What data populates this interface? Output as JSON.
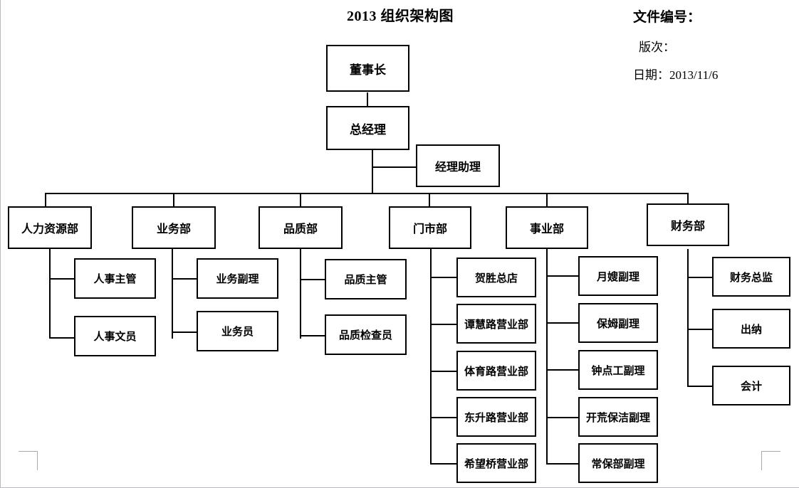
{
  "header": {
    "title": "2013 组织架构图",
    "doc_no_label": "文件编号：",
    "version_label": "版次：",
    "date_label": "日期：2013/11/6"
  },
  "chart_data": {
    "type": "diagram",
    "diagram_kind": "organization-chart",
    "title": "2013 组织架构图",
    "nodes": [
      {
        "id": "chairman",
        "label": "董事长",
        "level": 1,
        "parent": null
      },
      {
        "id": "gm",
        "label": "总经理",
        "level": 2,
        "parent": "chairman"
      },
      {
        "id": "gm_assistant",
        "label": "经理助理",
        "level": 2,
        "parent": "gm"
      },
      {
        "id": "hr",
        "label": "人力资源部",
        "level": 3,
        "parent": "gm"
      },
      {
        "id": "sales",
        "label": "业务部",
        "level": 3,
        "parent": "gm"
      },
      {
        "id": "quality",
        "label": "品质部",
        "level": 3,
        "parent": "gm"
      },
      {
        "id": "stores",
        "label": "门市部",
        "level": 3,
        "parent": "gm"
      },
      {
        "id": "business",
        "label": "事业部",
        "level": 3,
        "parent": "gm"
      },
      {
        "id": "finance",
        "label": "财务部",
        "level": 3,
        "parent": "gm"
      },
      {
        "id": "hr_1",
        "label": "人事主管",
        "level": 4,
        "parent": "hr"
      },
      {
        "id": "hr_2",
        "label": "人事文员",
        "level": 4,
        "parent": "hr"
      },
      {
        "id": "sales_1",
        "label": "业务副理",
        "level": 4,
        "parent": "sales"
      },
      {
        "id": "sales_2",
        "label": "业务员",
        "level": 4,
        "parent": "sales"
      },
      {
        "id": "quality_1",
        "label": "品质主管",
        "level": 4,
        "parent": "quality"
      },
      {
        "id": "quality_2",
        "label": "品质检查员",
        "level": 4,
        "parent": "quality"
      },
      {
        "id": "stores_1",
        "label": "贺胜总店",
        "level": 4,
        "parent": "stores"
      },
      {
        "id": "stores_2",
        "label": "谭慧路营业部",
        "level": 4,
        "parent": "stores"
      },
      {
        "id": "stores_3",
        "label": "体育路营业部",
        "level": 4,
        "parent": "stores"
      },
      {
        "id": "stores_4",
        "label": "东升路营业部",
        "level": 4,
        "parent": "stores"
      },
      {
        "id": "stores_5",
        "label": "希望桥营业部",
        "level": 4,
        "parent": "stores"
      },
      {
        "id": "business_1",
        "label": "月嫂副理",
        "level": 4,
        "parent": "business"
      },
      {
        "id": "business_2",
        "label": "保姆副理",
        "level": 4,
        "parent": "business"
      },
      {
        "id": "business_3",
        "label": "钟点工副理",
        "level": 4,
        "parent": "business"
      },
      {
        "id": "business_4",
        "label": "开荒保洁副理",
        "level": 4,
        "parent": "business"
      },
      {
        "id": "business_5",
        "label": "常保部副理",
        "level": 4,
        "parent": "business"
      },
      {
        "id": "finance_1",
        "label": "财务总监",
        "level": 4,
        "parent": "finance"
      },
      {
        "id": "finance_2",
        "label": "出纳",
        "level": 4,
        "parent": "finance"
      },
      {
        "id": "finance_3",
        "label": "会计",
        "level": 4,
        "parent": "finance"
      }
    ],
    "colors": {
      "box_border": "#000000",
      "box_fill": "#ffffff",
      "connector": "#000000",
      "page_border": "#b8b8bd",
      "corner_mark": "#a8a8ad",
      "text": "#000000"
    }
  }
}
